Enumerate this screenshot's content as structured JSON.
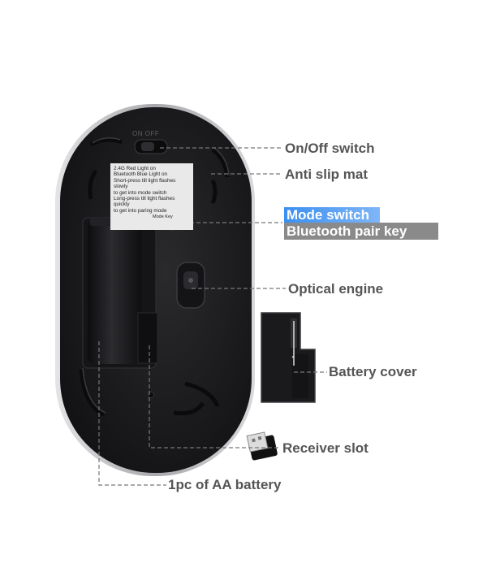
{
  "image": {
    "background": "#ffffff",
    "mouse_body_color": "#1c1c1e",
    "rim_color": "#c9c9cc",
    "callout_text_color": "#555555",
    "highlight_blue": "#3b8ff0",
    "highlight_gray": "#8a8a8a"
  },
  "mouse": {
    "switch_engraving": "ON  OFF",
    "sticker_lines": [
      "2.4G Red Light on",
      "Bluetooth Blue Light on",
      "Short-press till light flashes slowly",
      "to get into mode switch",
      "Long-press till light flashes quickly",
      "to get into paring mode"
    ],
    "sticker_mode_key": "Mode Key"
  },
  "callouts": {
    "on_off_switch": "On/Off switch",
    "anti_slip_mat": "Anti slip mat",
    "mode_switch": "Mode switch",
    "bluetooth_pair_key": "Bluetooth pair key",
    "optical_engine": "Optical engine",
    "battery_cover": "Battery cover",
    "receiver_slot": "Receiver slot",
    "aa_battery": "1pc of AA battery"
  }
}
